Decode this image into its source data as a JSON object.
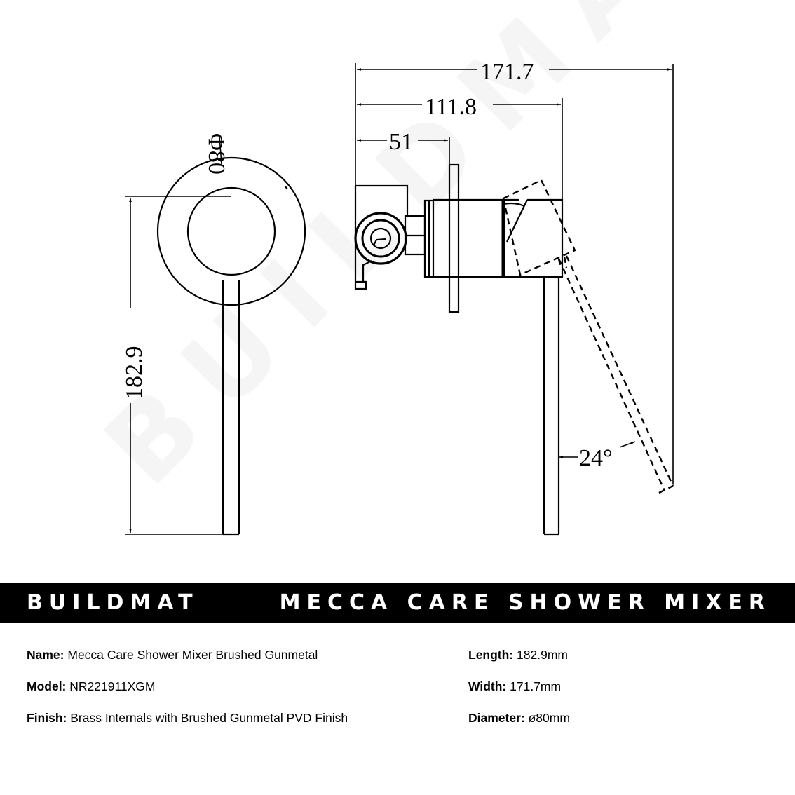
{
  "drawing": {
    "watermark": "BUILDMAT",
    "front_view": {
      "diameter_label": "Φ80",
      "height_label": "182.9"
    },
    "side_view": {
      "overall_width_label": "171.7",
      "body_depth_label": "111.8",
      "wall_depth_label": "51",
      "angle_label": "24°"
    },
    "icons": {
      "front_view": "front-view-drawing",
      "side_view": "side-view-drawing"
    }
  },
  "banner": {
    "brand": "BUILDMAT",
    "title": "MECCA CARE SHOWER MIXER",
    "background": "#000000",
    "text_color": "#ffffff"
  },
  "specs": {
    "left": [
      {
        "label": "Name:",
        "value": "Mecca Care Shower Mixer Brushed Gunmetal"
      },
      {
        "label": "Model:",
        "value": "NR221911XGM"
      },
      {
        "label": "Finish:",
        "value": "Brass Internals with Brushed Gunmetal PVD Finish"
      }
    ],
    "right": [
      {
        "label": "Length:",
        "value": "182.9mm"
      },
      {
        "label": "Width:",
        "value": "171.7mm"
      },
      {
        "label": "Diameter:",
        "value": "ø80mm"
      }
    ]
  }
}
